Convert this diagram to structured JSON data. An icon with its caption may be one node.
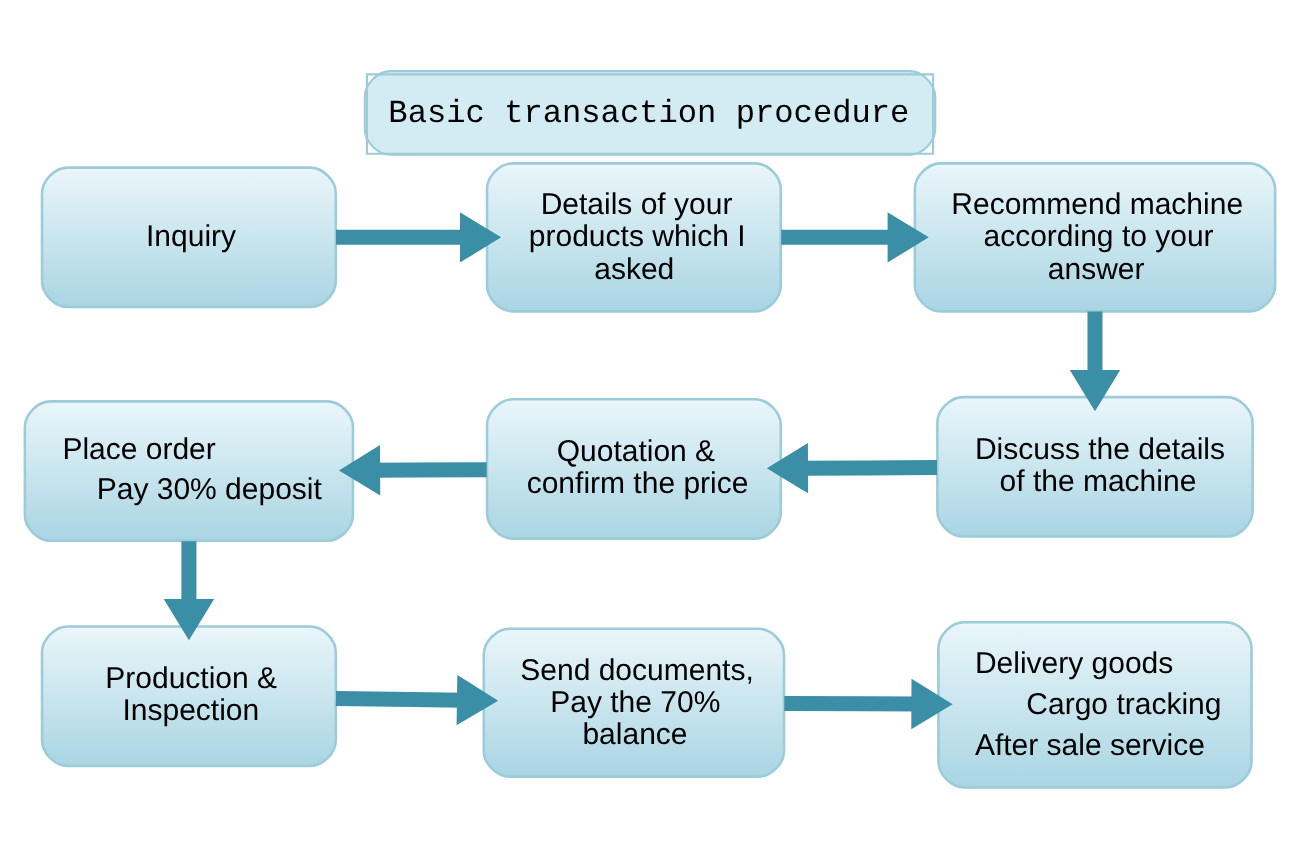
{
  "diagram": {
    "title": "Basic transaction procedure",
    "nodes": [
      {
        "text": [
          "Inquiry"
        ]
      },
      {
        "text": [
          "Details of your products which I asked"
        ]
      },
      {
        "text": [
          "Recommend machine according to your answer"
        ]
      },
      {
        "text": [
          "Place order",
          "Pay 30% deposit"
        ]
      },
      {
        "text": [
          "Quotation & confirm the price"
        ]
      },
      {
        "text": [
          "Discuss the details of the machine"
        ]
      },
      {
        "text": [
          "Production & Inspection"
        ]
      },
      {
        "text": [
          "Send documents, Pay the 70% balance"
        ]
      },
      {
        "text": [
          "Delivery goods",
          "Cargo tracking",
          "After sale service"
        ]
      }
    ],
    "edges": [
      {
        "from": 0,
        "to": 1,
        "arrow": "to"
      },
      {
        "from": 1,
        "to": 2,
        "arrow": "to"
      },
      {
        "from": 2,
        "to": 5,
        "arrow": "to"
      },
      {
        "from": 5,
        "to": 4,
        "arrow": "to"
      },
      {
        "from": 4,
        "to": 3,
        "arrow": "to"
      },
      {
        "from": 3,
        "to": 6,
        "arrow": "to"
      },
      {
        "from": 6,
        "to": 7,
        "arrow": "to"
      },
      {
        "from": 7,
        "to": 8,
        "arrow": "to"
      }
    ]
  }
}
